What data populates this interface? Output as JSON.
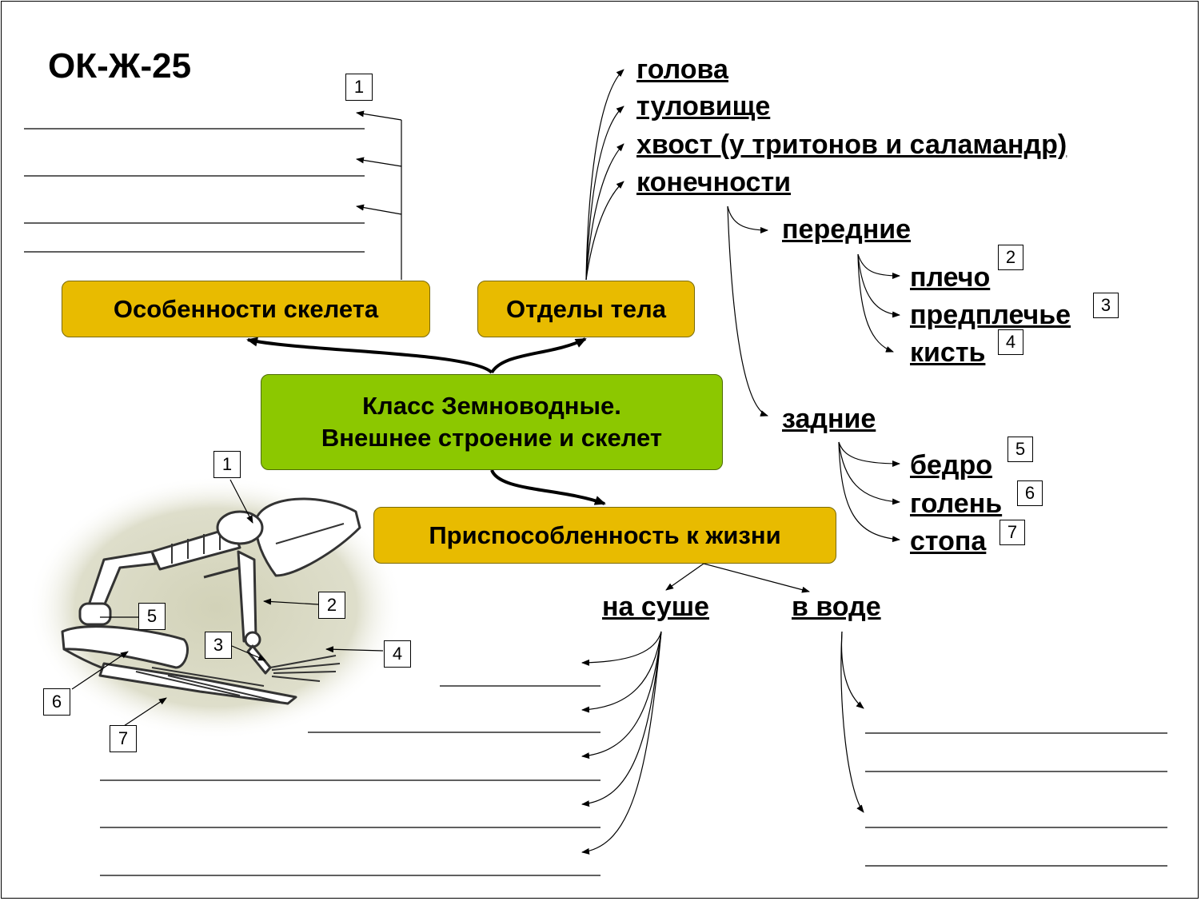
{
  "title": "ОК-Ж-25",
  "center": {
    "line1": "Класс Земноводные.",
    "line2": "Внешнее строение и скелет"
  },
  "boxes": {
    "skeleton_features": "Особенности скелета",
    "body_parts": "Отделы тела",
    "adaptation": "Приспособленность к жизни"
  },
  "body_parts_list": [
    "голова",
    "туловище",
    "хвост (у тритонов и саламандр)",
    "конечности"
  ],
  "limbs": {
    "front": {
      "label": "передние",
      "parts": [
        "плечо",
        "предплечье",
        "кисть"
      ],
      "numbers": [
        "2",
        "3",
        "4"
      ]
    },
    "hind": {
      "label": "задние",
      "parts": [
        "бедро",
        "голень",
        "стопа"
      ],
      "numbers": [
        "5",
        "6",
        "7"
      ]
    }
  },
  "habitats": {
    "land": "на суше",
    "water": "в воде"
  },
  "skeleton_box_number": "1",
  "frog_labels": [
    "1",
    "2",
    "3",
    "4",
    "5",
    "6",
    "7"
  ],
  "colors": {
    "orange_box": "#e8bb00",
    "green_box": "#8cc800",
    "frog_background": "#dcdcc4"
  },
  "icons": {
    "frog": "frog-skeleton-illustration"
  }
}
